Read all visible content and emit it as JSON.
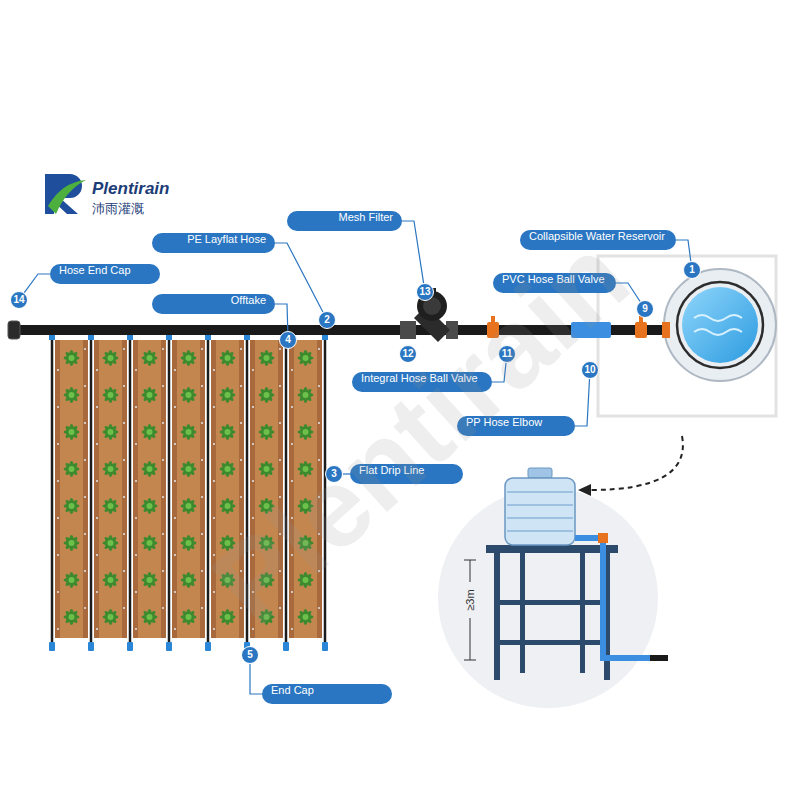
{
  "diagram": {
    "nodes": [
      {
        "text": [
          "Mesh Filter"
        ]
      },
      {
        "text": [
          "PE Layflat Hose"
        ]
      },
      {
        "text": [
          "Collapsible Water Reservoir"
        ]
      },
      {
        "text": [
          "Hose End Cap"
        ]
      },
      {
        "text": [
          "1"
        ]
      },
      {
        "text": [
          "PVC Hose Ball Valve"
        ]
      },
      {
        "text": [
          "13"
        ]
      },
      {
        "text": [
          "14"
        ]
      },
      {
        "text": [
          "Offtake"
        ]
      },
      {
        "text": [
          "9"
        ]
      },
      {
        "text": [
          "2"
        ]
      },
      {
        "text": [
          "4"
        ]
      },
      {
        "text": [
          "12"
        ]
      },
      {
        "text": [
          "11"
        ]
      },
      {
        "text": [
          "10"
        ]
      },
      {
        "text": [
          "Integral Hose Ball Valve"
        ]
      },
      {
        "text": [
          "PP Hose Elbow"
        ]
      },
      {
        "text": [
          "Flat Drip Line"
        ]
      },
      {
        "text": [
          "3"
        ]
      },
      {
        "text": [
          "5"
        ]
      },
      {
        "text": [
          "End Cap"
        ]
      }
    ],
    "edges": [
      {
        "from": 0,
        "to": 6,
        "arrow": "none"
      },
      {
        "from": 1,
        "to": 10,
        "arrow": "none"
      },
      {
        "from": 3,
        "to": 7,
        "arrow": "none"
      },
      {
        "from": 2,
        "to": 4,
        "arrow": "none"
      },
      {
        "from": 5,
        "to": 9,
        "arrow": "none"
      },
      {
        "from": 8,
        "to": 11,
        "arrow": "none"
      },
      {
        "from": 15,
        "to": 13,
        "arrow": "none"
      },
      {
        "from": 16,
        "to": 14,
        "arrow": "none"
      },
      {
        "from": 17,
        "to": 18,
        "arrow": "none"
      },
      {
        "from": 19,
        "to": 20,
        "arrow": "none"
      }
    ],
    "labels": [
      "Plentirain",
      "沛雨灌溉",
      "≥3m",
      "Plentirain"
    ]
  }
}
